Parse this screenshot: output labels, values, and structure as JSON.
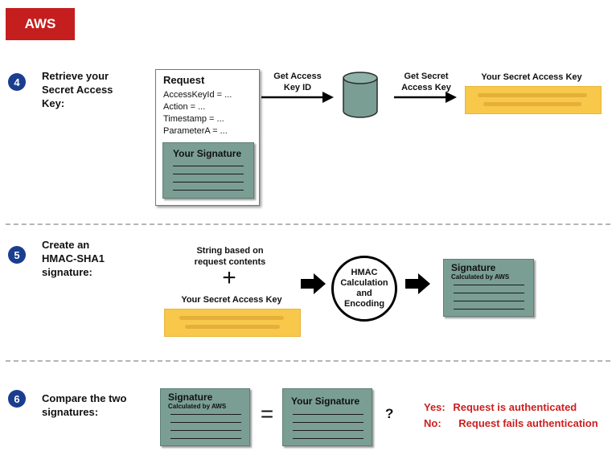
{
  "header": {
    "badge": "AWS"
  },
  "step4": {
    "number": "4",
    "title_lines": [
      "Retrieve your",
      "Secret Access",
      "Key:"
    ],
    "request": {
      "title": "Request",
      "params": [
        "AccessKeyId = ...",
        "Action = ...",
        "Timestamp = ...",
        "ParameterA = ..."
      ],
      "signature_label": "Your Signature"
    },
    "arrow1_label": [
      "Get Access",
      "Key ID"
    ],
    "arrow2_label": [
      "Get Secret",
      "Access Key"
    ],
    "key_label": "Your Secret Access Key"
  },
  "step5": {
    "number": "5",
    "title_lines": [
      "Create an",
      "HMAC-SHA1",
      "signature:"
    ],
    "string_label": [
      "String based on",
      "request contents"
    ],
    "plus": "+",
    "key_label": "Your Secret Access Key",
    "hmac_lines": [
      "HMAC",
      "Calculation",
      "and",
      "Encoding"
    ],
    "signature_title": "Signature",
    "signature_sub": "Calculated by AWS"
  },
  "step6": {
    "number": "6",
    "title_lines": [
      "Compare the two",
      "signatures:"
    ],
    "aws_sig_title": "Signature",
    "aws_sig_sub": "Calculated by AWS",
    "equals": "=",
    "your_sig_title": "Your Signature",
    "question": "?",
    "results": [
      {
        "prefix": "Yes:",
        "text": "Request is authenticated"
      },
      {
        "prefix": "No:",
        "text": "Request fails authentication"
      }
    ]
  },
  "colors": {
    "badge": "#c41e1e",
    "step_circle": "#1a3d8f",
    "signature_box": "#7a9e94",
    "key_box": "#f8c84a",
    "result_text": "#cc1f1f",
    "database": "#7a9e94"
  }
}
